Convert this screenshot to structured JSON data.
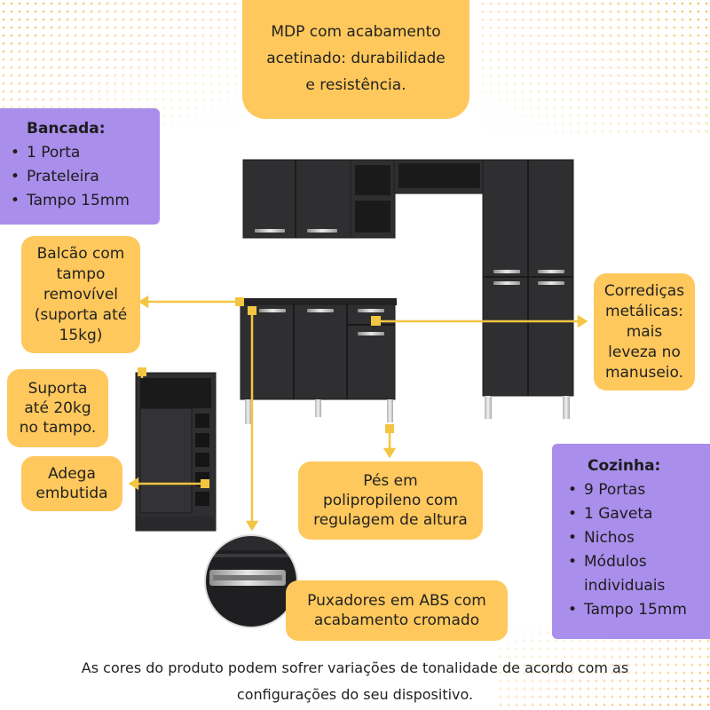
{
  "top_callout": {
    "lines": [
      "MDP com acabamento",
      "acetinado: durabilidade",
      "e resistência."
    ]
  },
  "bancada": {
    "title": "Bancada:",
    "items": [
      "1 Porta",
      "Prateleira",
      "Tampo 15mm"
    ]
  },
  "balcao_callout": {
    "lines": [
      "Balcão com",
      "tampo",
      "removível",
      "(suporta até",
      "15kg)"
    ]
  },
  "suporta_callout": {
    "lines": [
      "Suporta",
      "até 20kg",
      "no tampo."
    ]
  },
  "adega_callout": {
    "lines": [
      "Adega",
      "embutida"
    ]
  },
  "corredicas_callout": {
    "lines": [
      "Corrediças",
      "metálicas:",
      "mais",
      "leveza no",
      "manuseio."
    ]
  },
  "pes_callout": {
    "lines": [
      "Pés em",
      "polipropileno com",
      "regulagem de altura"
    ]
  },
  "puxadores_callout": {
    "lines": [
      "Puxadores em ABS com",
      "acabamento cromado"
    ]
  },
  "cozinha": {
    "title": "Cozinha:",
    "items": [
      "9 Portas",
      "1 Gaveta",
      "Nichos",
      "Módulos individuais",
      "Tampo 15mm"
    ]
  },
  "footer": {
    "line1": "As cores do produto podem sofrer variações de tonalidade de acordo com as",
    "line2": "configurações do seu dispositivo."
  },
  "colors": {
    "callout": "#FFC85C",
    "panel": "#A98EEB",
    "cabinet": "#2f2f31",
    "cabinet_edge": "#1c1c1d",
    "connector": "#F4C542",
    "dots": "#F6C66A"
  }
}
